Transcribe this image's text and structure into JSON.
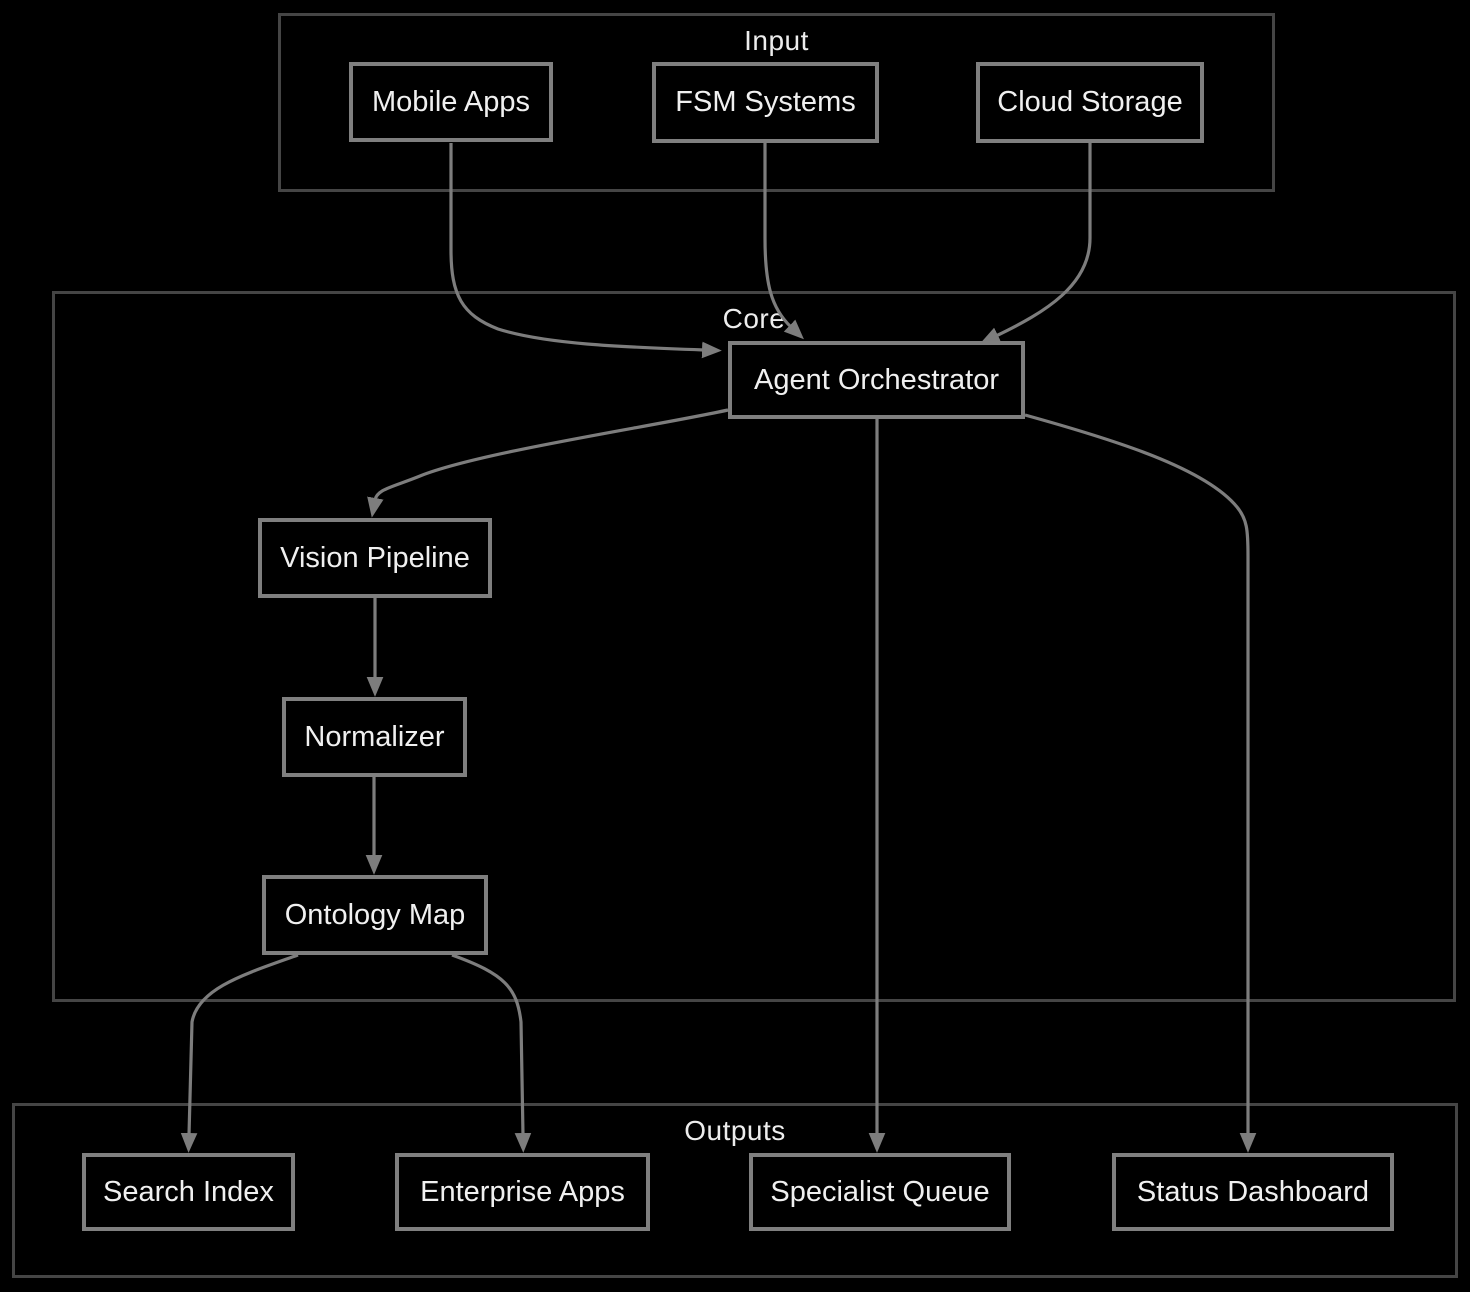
{
  "diagram": {
    "clusters": [
      {
        "id": "input",
        "label": "Input"
      },
      {
        "id": "core",
        "label": "Core"
      },
      {
        "id": "outputs",
        "label": "Outputs"
      }
    ],
    "nodes": [
      {
        "id": "mobile-apps",
        "label": "Mobile Apps",
        "cluster": "input"
      },
      {
        "id": "fsm-systems",
        "label": "FSM Systems",
        "cluster": "input"
      },
      {
        "id": "cloud-storage",
        "label": "Cloud Storage",
        "cluster": "input"
      },
      {
        "id": "agent-orchestrator",
        "label": "Agent Orchestrator",
        "cluster": "core"
      },
      {
        "id": "vision-pipeline",
        "label": "Vision Pipeline",
        "cluster": "core"
      },
      {
        "id": "normalizer",
        "label": "Normalizer",
        "cluster": "core"
      },
      {
        "id": "ontology-map",
        "label": "Ontology Map",
        "cluster": "core"
      },
      {
        "id": "search-index",
        "label": "Search Index",
        "cluster": "outputs"
      },
      {
        "id": "enterprise-apps",
        "label": "Enterprise Apps",
        "cluster": "outputs"
      },
      {
        "id": "specialist-queue",
        "label": "Specialist Queue",
        "cluster": "outputs"
      },
      {
        "id": "status-dashboard",
        "label": "Status Dashboard",
        "cluster": "outputs"
      }
    ],
    "edges": [
      {
        "from": "mobile-apps",
        "to": "agent-orchestrator"
      },
      {
        "from": "fsm-systems",
        "to": "agent-orchestrator"
      },
      {
        "from": "cloud-storage",
        "to": "agent-orchestrator"
      },
      {
        "from": "agent-orchestrator",
        "to": "vision-pipeline"
      },
      {
        "from": "vision-pipeline",
        "to": "normalizer"
      },
      {
        "from": "normalizer",
        "to": "ontology-map"
      },
      {
        "from": "ontology-map",
        "to": "search-index"
      },
      {
        "from": "ontology-map",
        "to": "enterprise-apps"
      },
      {
        "from": "agent-orchestrator",
        "to": "specialist-queue"
      },
      {
        "from": "agent-orchestrator",
        "to": "status-dashboard"
      }
    ],
    "colors": {
      "background": "#000000",
      "node_border": "#7f7f7f",
      "node_fill": "#000000",
      "cluster_border": "#454545",
      "edge": "#7d7d7d",
      "text": "#f0f0f0"
    }
  }
}
